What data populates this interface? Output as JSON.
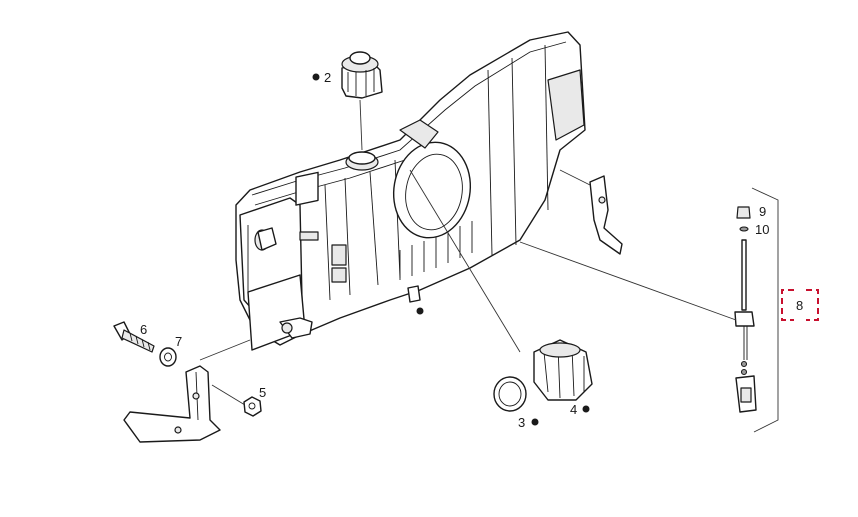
{
  "callouts": [
    {
      "id": "2",
      "label": "2"
    },
    {
      "id": "3",
      "label": "3"
    },
    {
      "id": "4",
      "label": "4"
    },
    {
      "id": "5",
      "label": "5"
    },
    {
      "id": "6",
      "label": "6"
    },
    {
      "id": "7",
      "label": "7"
    },
    {
      "id": "8",
      "label": "8"
    },
    {
      "id": "9",
      "label": "9"
    },
    {
      "id": "10",
      "label": "10"
    }
  ],
  "colors": {
    "line": "#1a1a1a",
    "highlight_bracket": "#c8102e",
    "background": "#ffffff"
  }
}
